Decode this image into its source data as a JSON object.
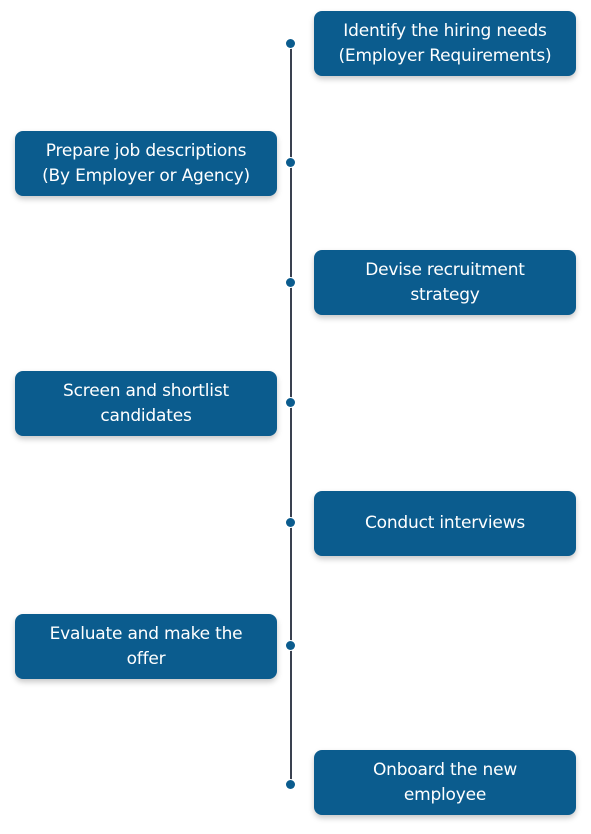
{
  "steps": [
    {
      "lines": [
        "Identify the hiring needs",
        "(Employer Requirements)"
      ]
    },
    {
      "lines": [
        "Prepare job descriptions",
        "(By Employer or Agency)"
      ]
    },
    {
      "lines": [
        "Devise recruitment",
        "strategy"
      ]
    },
    {
      "lines": [
        "Screen and shortlist",
        "candidates"
      ]
    },
    {
      "lines": [
        "Conduct interviews"
      ]
    },
    {
      "lines": [
        "Evaluate and make the",
        "offer"
      ]
    },
    {
      "lines": [
        "Onboard the new",
        "employee"
      ]
    }
  ],
  "colors": {
    "box": "#0b5c8e",
    "dot": "#0b5c8e",
    "line": "#3a4150",
    "text": "#ffffff"
  }
}
